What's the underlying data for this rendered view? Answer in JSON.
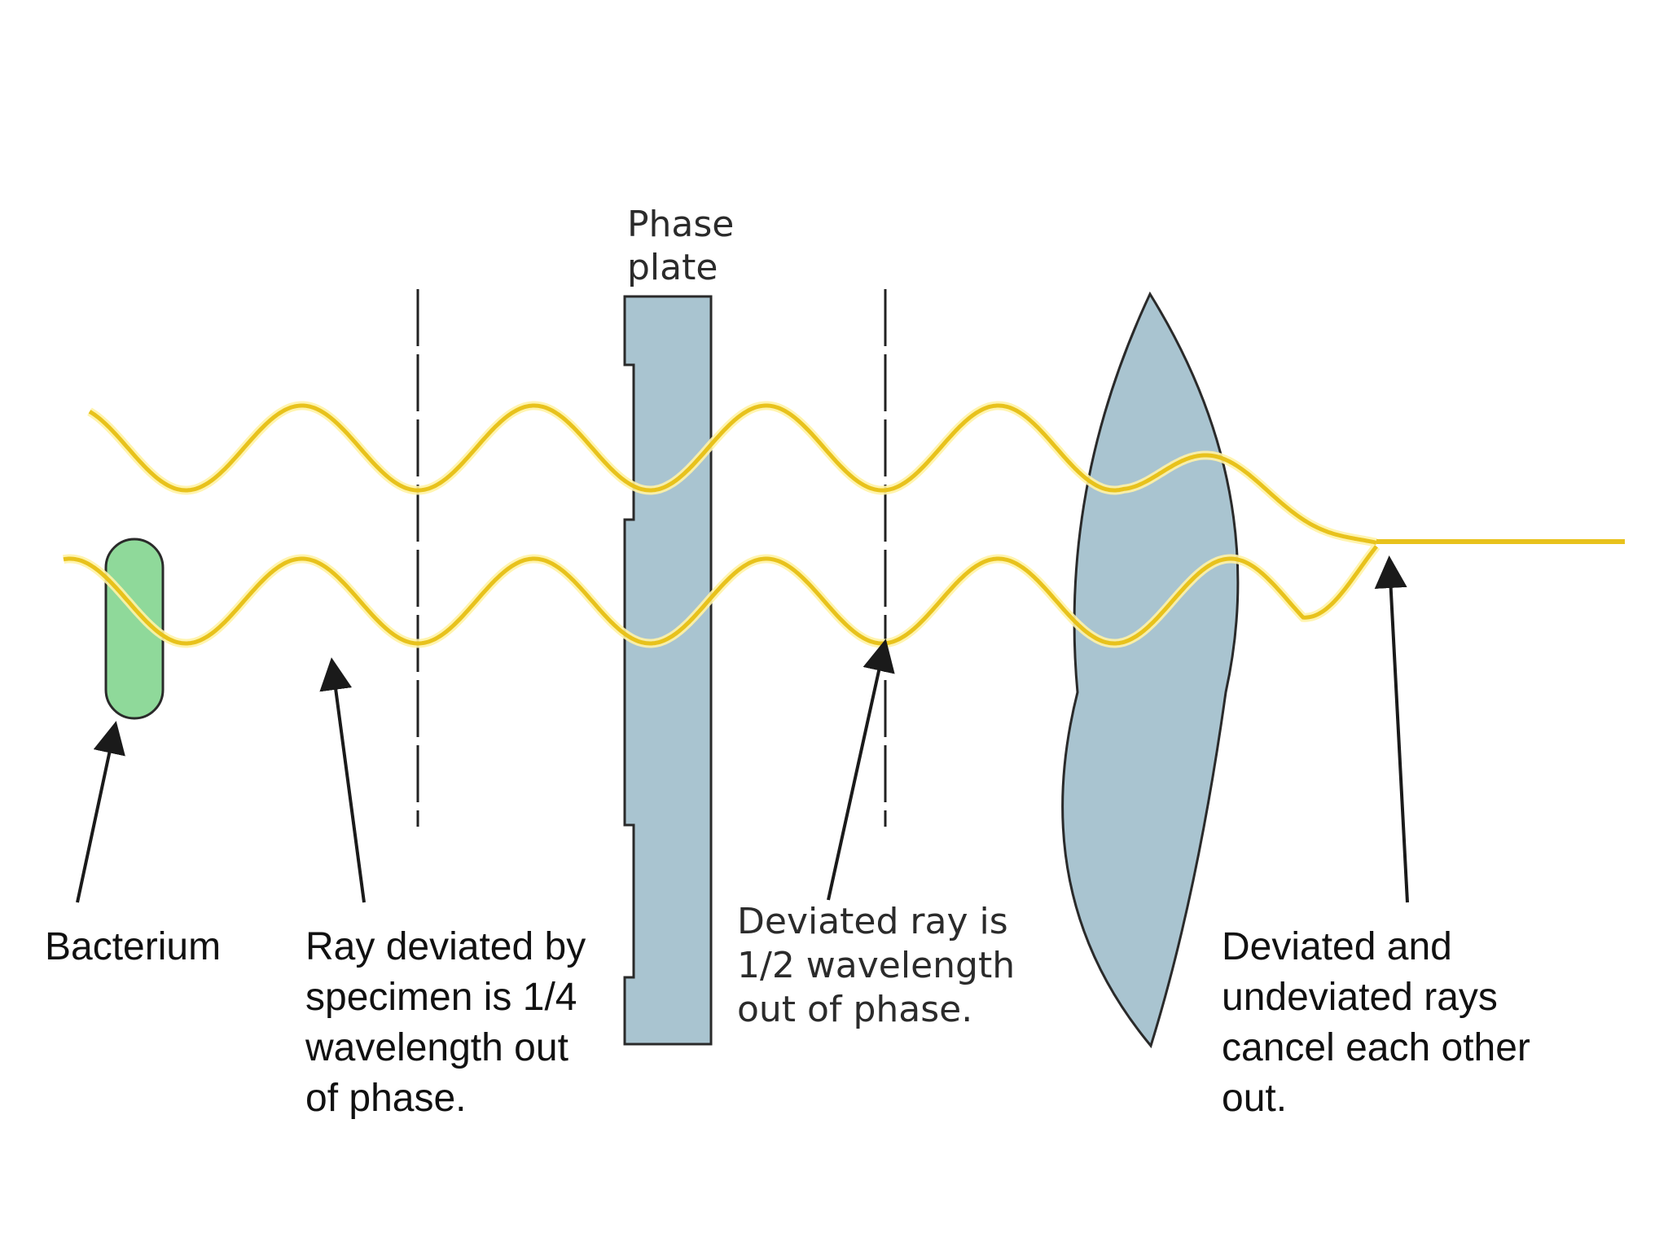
{
  "labels": {
    "phase_plate": [
      "Phase",
      "plate"
    ],
    "bacterium": "Bacterium",
    "ray_quarter": [
      "Ray deviated by",
      "specimen is 1/4",
      "wavelength out",
      "of phase."
    ],
    "ray_half": [
      "Deviated ray is",
      "1/2 wavelength",
      "out of phase."
    ],
    "cancel": [
      "Deviated and",
      "undeviated rays",
      "cancel each other",
      "out."
    ]
  },
  "colors": {
    "ray": "#E8C21C",
    "ray_glow": "#FFF3A6",
    "plate": "#A9C4D0",
    "lens": "#A9C4D0",
    "bacterium": "#8FD99A",
    "outline": "#2a2a2a"
  }
}
